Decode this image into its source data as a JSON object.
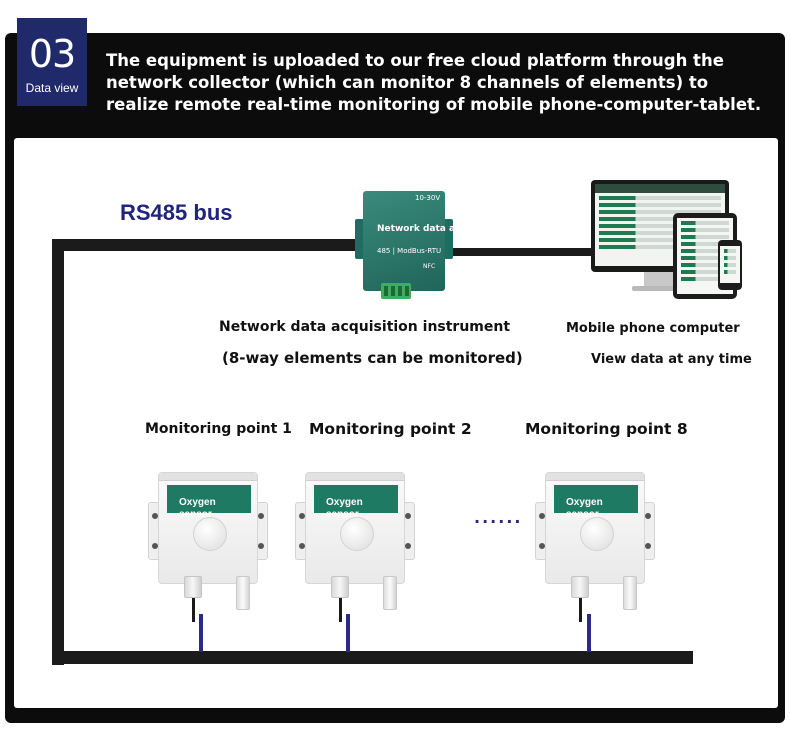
{
  "header": {
    "step_number": "03",
    "step_label": "Data view",
    "description": "The equipment is uploaded to our free cloud platform through the network collector (which can monitor 8 channels of elements) to realize remote real-time monitoring of mobile phone-computer-tablet."
  },
  "bus": {
    "label": "RS485 bus"
  },
  "collector": {
    "panel_title": "Network data acquisition instrument",
    "panel_voltage": "10-30V",
    "panel_protocol": "485 | ModBus-RTU",
    "panel_nfc": "NFC",
    "name": "Network data acquisition instrument",
    "note": "(8-way elements can be monitored)"
  },
  "viewer": {
    "name": "Mobile phone computer",
    "note": "View data at any time"
  },
  "monitoring_points": [
    {
      "label": "Monitoring point 1",
      "sensor_name": "Oxygen",
      "sensor_type": "sensor"
    },
    {
      "label": "Monitoring point 2",
      "sensor_name": "Oxygen",
      "sensor_type": "sensor"
    },
    {
      "label": "Monitoring point 8",
      "sensor_name": "Oxygen",
      "sensor_type": "sensor"
    }
  ],
  "ellipsis": "......",
  "colors": {
    "badge": "#202a6a",
    "bus_wire": "#1b1b1b",
    "drop_wire": "#2c2a86",
    "device_green": "#206559",
    "sensor_band": "#1f7a63",
    "bus_label": "#20247a"
  }
}
